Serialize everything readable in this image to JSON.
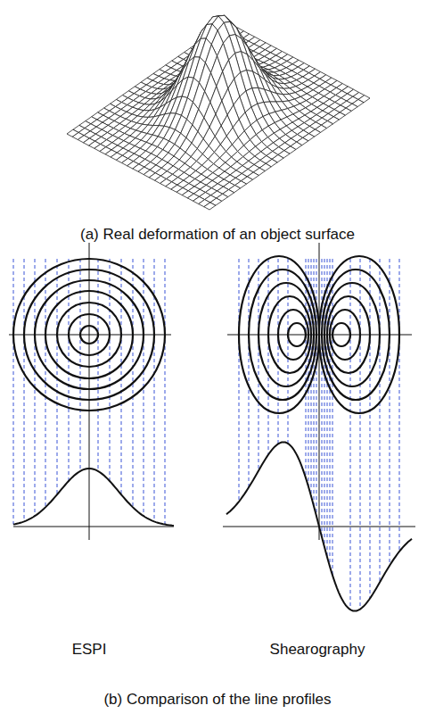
{
  "diagram": {
    "labels": [
      "(a) Real deformation of an object surface",
      "ESPI",
      "Shearography",
      "(b) Comparison of the line profiles"
    ]
  }
}
